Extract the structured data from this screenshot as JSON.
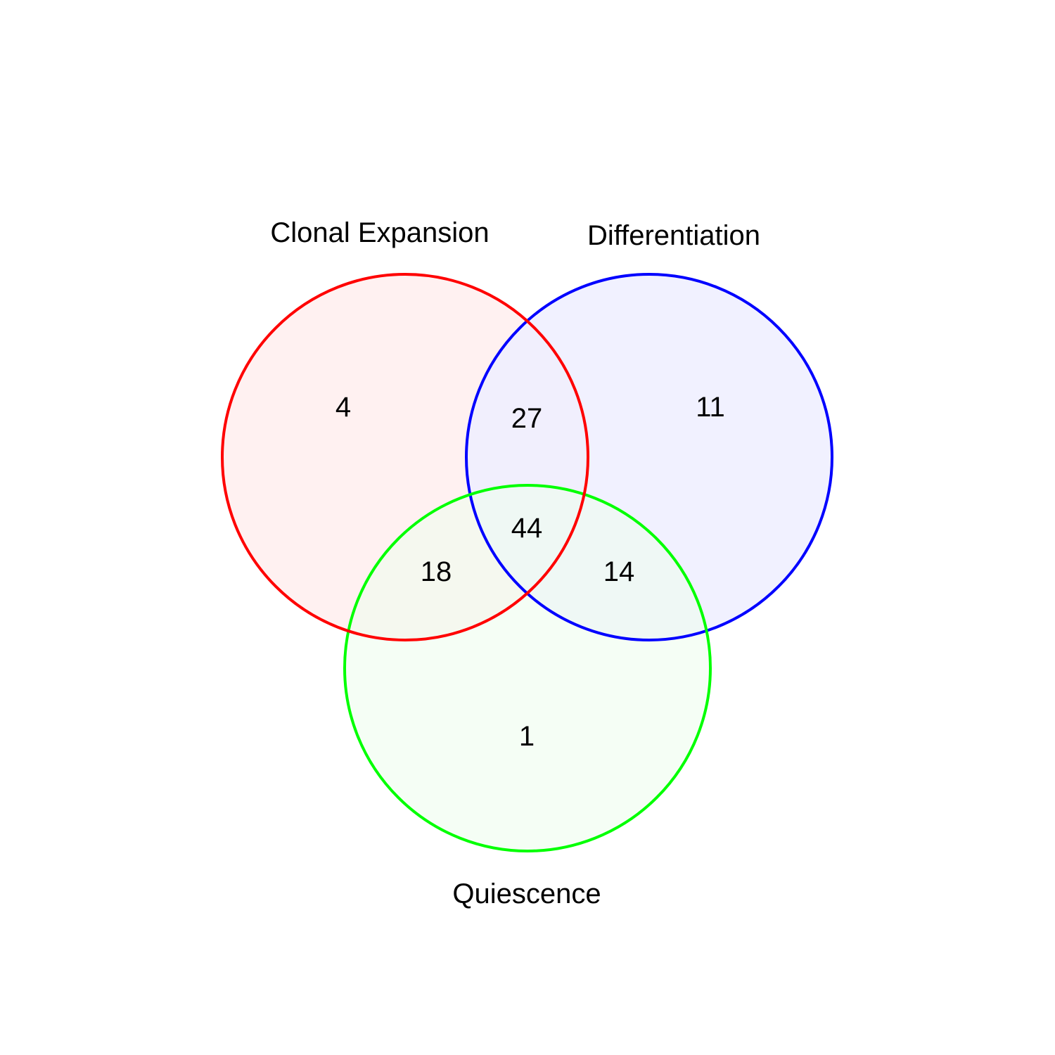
{
  "diagram": {
    "type": "venn-3",
    "sets": [
      {
        "id": "A",
        "name": "Clonal Expansion",
        "stroke": "#ff0000",
        "fill": "#ffeeee"
      },
      {
        "id": "B",
        "name": "Differentiation",
        "stroke": "#0000ff",
        "fill": "#eeeeff"
      },
      {
        "id": "C",
        "name": "Quiescence",
        "stroke": "#00ff00",
        "fill": "#eefeee"
      }
    ],
    "regions": {
      "A_only": "4",
      "B_only": "11",
      "C_only": "1",
      "A_B": "27",
      "A_C": "18",
      "B_C": "14",
      "A_B_C": "44"
    }
  }
}
